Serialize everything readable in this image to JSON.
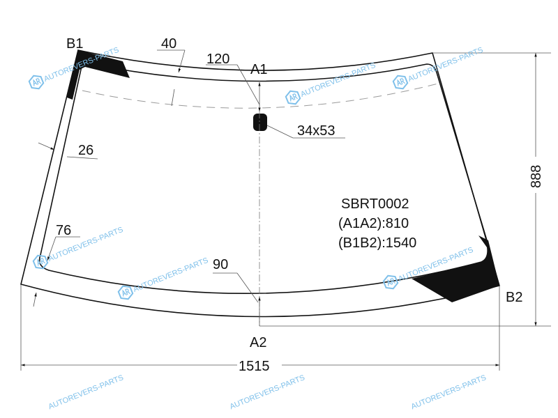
{
  "part_code": "SBRT0002",
  "dimensions": {
    "a1a2": "(A1A2):810",
    "b1b2": "(B1B2):1540",
    "width": "1515",
    "height": "888",
    "top_band": "40",
    "top_shade": "120",
    "side_band": "26",
    "corner": "76",
    "bottom_band": "90",
    "sensor": "34x53"
  },
  "points": {
    "b1": "B1",
    "b2": "B2",
    "a1": "A1",
    "a2": "A2"
  },
  "watermark": {
    "text": "AUTOREVERS-PARTS",
    "logo": "AR",
    "color": "#7fc0ea"
  }
}
